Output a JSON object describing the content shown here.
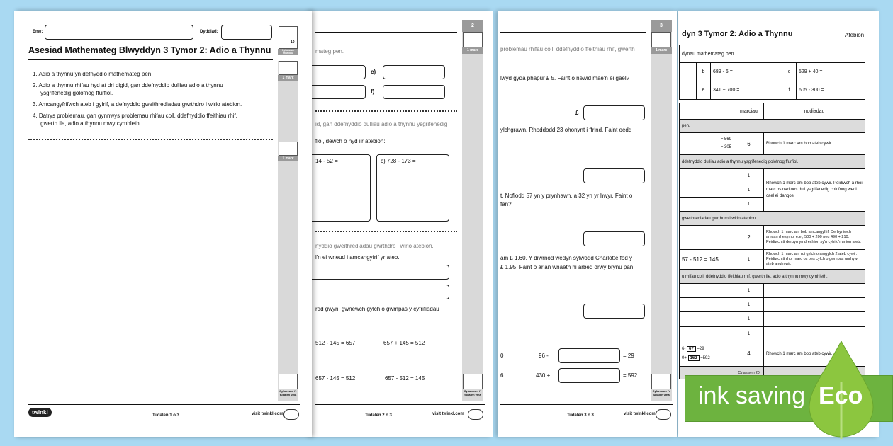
{
  "page1": {
    "name_label": "Enw:",
    "date_label": "Dyddiad:",
    "title": "Asesiad Mathemateg Blwyddyn 3 Tymor 2: Adio a Thynnu",
    "total_max": "10",
    "total_label": "Cyfanswm marciau",
    "objectives": [
      "1.  Adio a thynnu yn defnyddio mathemateg pen.",
      "2.  Adio a thynnu rhifau hyd at dri digid, gan ddefnyddio dulliau adio a thynnu",
      "     ysgrifenedig golofnog ffurfiol.",
      "3.  Amcangyfrifwch ateb i gyfrif, a defnyddio gweithrediadau gwrthdro i wirio atebion.",
      "4.  Datrys problemau, gan gynnwys problemau rhifau coll, ddefnyddio ffeithiau rhif,",
      "     gwerth lle, adio a thynnu mwy cymhleth."
    ],
    "marc": "1 marc",
    "page_total": "Cyfanswm i'r tudalen yma",
    "logo": "twinkl",
    "footer": "Tudalen 1 o 3",
    "site": "visit twinkl.com"
  },
  "page2": {
    "num": "2",
    "marc": "1 marc",
    "page_total": "Cyfanswm i'r tudalen yma",
    "l1": "mateg pen.",
    "c": "c)",
    "f": "f)",
    "l2": "id, gan ddefnyddio dulliau adio a thynnu ysgrifenedig",
    "l3": "fiol, dewch o hyd i'r atebion:",
    "q_b": "14 - 52 =",
    "q_c": "c) 728 - 173 =",
    "l4": "nyddio gweithrediadau gwrthdro i wirio atebion.",
    "l5": "l'n ei wneud i amcangyfrif yr ateb.",
    "l6": "rdd gwyn, gwnewch gylch o gwmpas y cyfrifiadau",
    "e1": "512 - 145 = 657",
    "e2": "657 + 145 = 512",
    "e3": "657 - 145 = 512",
    "e4": "657 - 512 = 145",
    "footer": "Tudalen 2 o 3",
    "site": "visit twinkl.com"
  },
  "page3": {
    "num": "3",
    "marc": "1 marc",
    "page_total": "Cyfanswm i'r tudalen yma",
    "l1": "problemau rhifau coll, ddefnyddio ffeithiau rhif, gwerth",
    "q1": "lwyd gyda phapur £ 5. Faint o newid mae'n ei gael?",
    "pound": "£",
    "q2": "ylchgrawn. Rhoddodd 23 ohonynt i ffrind. Faint oedd",
    "q3a": "t. Nofiodd 57 yn y prynhawn, a 32 yn yr hwyr. Faint o",
    "q3b": "fan?",
    "q4a": "am £ 1.60. Y diwrnod wedyn sylwodd Charlotte fod y",
    "q4b": "£ 1.95. Faint o arian wnaeth hi arbed drwy brynu pan",
    "m1l": "0",
    "m1a": "96 -",
    "m1b": "= 29",
    "m2l": "6",
    "m2a": "430 +",
    "m2b": "= 592",
    "footer": "Tudalen 3 o 3",
    "site": "visit twinkl.com"
  },
  "page4": {
    "title": "dyn 3 Tymor 2: Adio a Thynnu",
    "answers": "Atebion",
    "t1_head": "dynau mathemateg pen.",
    "t1_rows": [
      [
        "b",
        "689 - 6 =",
        "c",
        "529 + 40 ="
      ],
      [
        "e",
        "341 + 700 =",
        "f",
        "605 - 300 ="
      ]
    ],
    "col_marks": "marciau",
    "col_notes": "nodiadau",
    "s1": "pen.",
    "r1_a": "= 569",
    "r1_b": "= 305",
    "r1_m": "6",
    "r1_n": "Rhowch 1 marc am bob ateb cywir.",
    "s2": "ddefnyddio dulliau adio a thynnu ysgrifenedig golofnog ffurfiol.",
    "r2_m": "1",
    "r2_n": "Rhowch 1 marc am bob ateb cywir. Peidiwch â rhoi marc os nad oes dull ysgrifenedig colofnog wedi cael ei dangos.",
    "s3": "gweithrediadau gwrthdro i wirio atebion.",
    "r3_m": "2",
    "r3_n": "Rhowch 1 marc am bob amcangyfrif. Derbyniwch amcan rhesymol e.e., 500 + 200 neu 490 + 210. Peidiwch â derbyn ymdrechion sy'n cyfrifo'r union ateb.",
    "r4_a": "57 - 512 = 145",
    "r4_m": "1",
    "r4_n": "Rhowch 1 marc am roi gylch o amgylch 2 ateb cywir. Peidiwch â rhoi marc os oes cylch o gwmpas unrhyw ateb anghywir.",
    "s4": "u rhifau coll, ddefnyddio ffeithiau rhif, gwerth lle, adio a thynnu mwy cymhleth.",
    "r5_m": "1",
    "r6_a1": "6-",
    "r6_v1": "67",
    "r6_b1": "=29",
    "r6_a2": "0+",
    "r6_v2": "162",
    "r6_b2": "=592",
    "r6_m": "4",
    "r6_n": "Rhowch 1 marc am bob ateb cywir.",
    "total": "Cyfanswm 20"
  },
  "eco": {
    "text": "ink saving",
    "badge": "Eco",
    "color": "#6db33f"
  }
}
